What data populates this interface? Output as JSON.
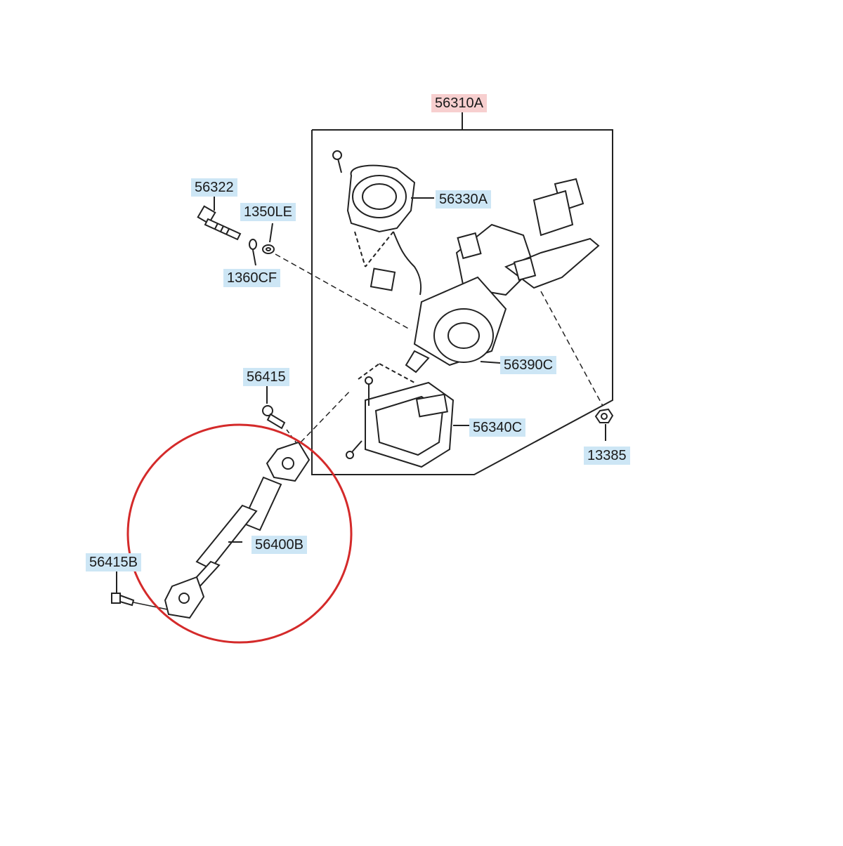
{
  "diagram": {
    "parts": {
      "p56310A": "56310A",
      "p56322": "56322",
      "p1350LE": "1350LE",
      "p1360CF": "1360CF",
      "p56330A": "56330A",
      "p56415": "56415",
      "p56390C": "56390C",
      "p56340C": "56340C",
      "p13385": "13385",
      "p56400B": "56400B",
      "p56415B": "56415B"
    },
    "colors": {
      "blue_label_bg": "#cde6f5",
      "red_label_bg": "#f7cfcf",
      "highlight_circle": "#d42a2a",
      "line": "#222222"
    }
  }
}
